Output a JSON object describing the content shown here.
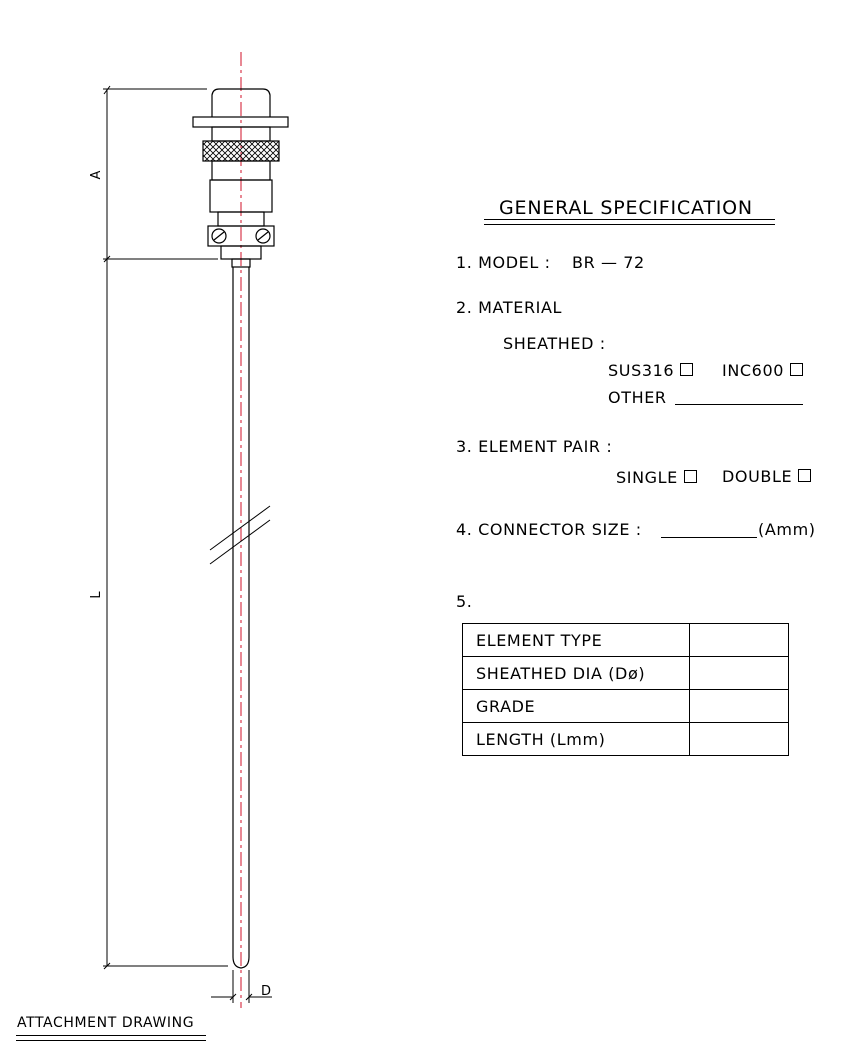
{
  "drawing": {
    "dim_a": "A",
    "dim_l": "L",
    "dim_d": "D",
    "caption": "ATTACHMENT DRAWING"
  },
  "spec": {
    "title": "GENERAL SPECIFICATION",
    "model": {
      "label": "1. MODEL :",
      "value": "BR — 72"
    },
    "material": {
      "label": "2. MATERIAL",
      "sheathed": "SHEATHED :",
      "options": [
        "SUS316",
        "INC600"
      ],
      "other": "OTHER"
    },
    "element_pair": {
      "label": "3. ELEMENT PAIR :",
      "options": [
        "SINGLE",
        "DOUBLE"
      ]
    },
    "connector": {
      "label": "4. CONNECTOR SIZE :",
      "unit": "(Amm)"
    },
    "item5": "5.",
    "table": [
      {
        "name": "ELEMENT TYPE",
        "value": ""
      },
      {
        "name": "SHEATHED DIA (Dø)",
        "value": ""
      },
      {
        "name": "GRADE",
        "value": ""
      },
      {
        "name": "LENGTH (Lmm)",
        "value": ""
      }
    ]
  }
}
